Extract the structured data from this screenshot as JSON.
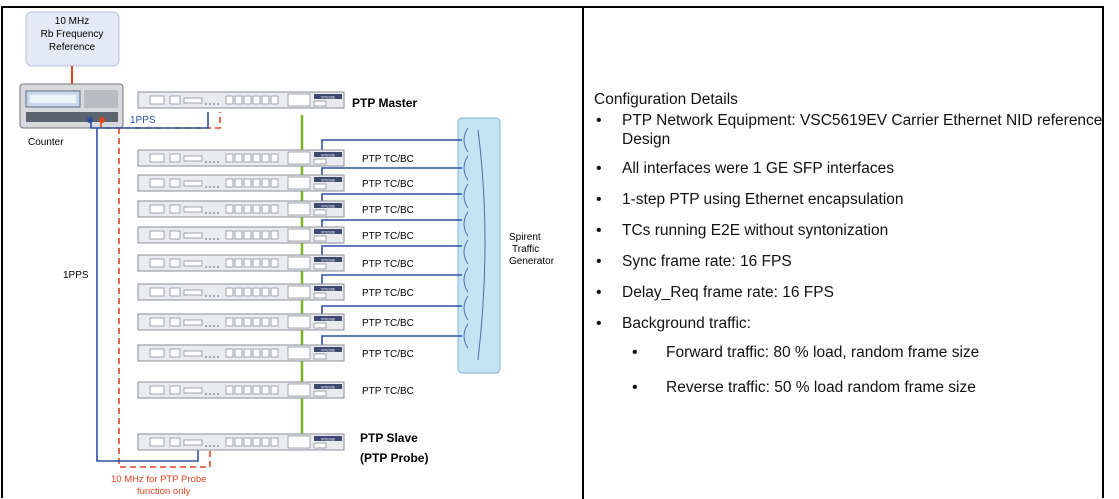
{
  "diagram": {
    "reference_box": [
      "10 MHz",
      "Rb Frequency",
      "Reference"
    ],
    "counter_label": "Counter",
    "pps_label_top": "1PPS",
    "pps_label_left": "1PPS",
    "master_label": "PTP Master",
    "node_labels": [
      "PTP TC/BC",
      "PTP TC/BC",
      "PTP TC/BC",
      "PTP TC/BC",
      "PTP TC/BC",
      "PTP TC/BC",
      "PTP TC/BC",
      "PTP TC/BC",
      "PTP TC/BC"
    ],
    "slave_label": [
      "PTP Slave",
      "(PTP Probe)"
    ],
    "generator_label": [
      "Spirent",
      "Traffic",
      "Generator"
    ],
    "probe_note": [
      "10 MHz for PTP Probe",
      "function only"
    ],
    "device_brand": "VITESSE",
    "colors": {
      "blue_cable": "#2b4fa8",
      "red_cable": "#e0451f",
      "green_cable": "#7ab324",
      "generator_fill": "#c6e3f4",
      "reference_fill": "#e4e9f5"
    }
  },
  "config": {
    "title": "Configuration Details",
    "items": [
      "PTP Network Equipment: VSC5619EV Carrier Ethernet NID reference Design",
      "All interfaces were 1 GE SFP interfaces",
      "1-step PTP using Ethernet encapsulation",
      "TCs running E2E without syntonization",
      "Sync frame rate: 16 FPS",
      "Delay_Req frame rate: 16 FPS",
      "Background traffic:"
    ],
    "sub_items": [
      "Forward traffic: 80 % load, random frame size",
      "Reverse traffic: 50 % load random frame size"
    ]
  }
}
